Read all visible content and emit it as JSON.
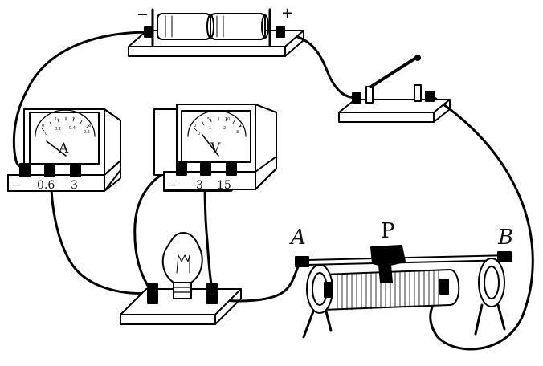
{
  "battery": {
    "minus": "−",
    "plus": "+"
  },
  "ammeter": {
    "letter": "A",
    "scale_top": [
      "0",
      "1",
      "2",
      "3"
    ],
    "scale_bottom": [
      "0",
      "0.2",
      "0.4",
      "0.6"
    ],
    "terminals": [
      "−",
      "0.6",
      "3"
    ]
  },
  "voltmeter": {
    "letter": "V",
    "scale_top": [
      "0",
      "5",
      "10",
      "15"
    ],
    "scale_bottom": [
      "0",
      "1",
      "2",
      "3"
    ],
    "terminals": [
      "−",
      "3",
      "15"
    ]
  },
  "rheostat": {
    "left_end": "A",
    "right_end": "B",
    "slider": "P"
  }
}
